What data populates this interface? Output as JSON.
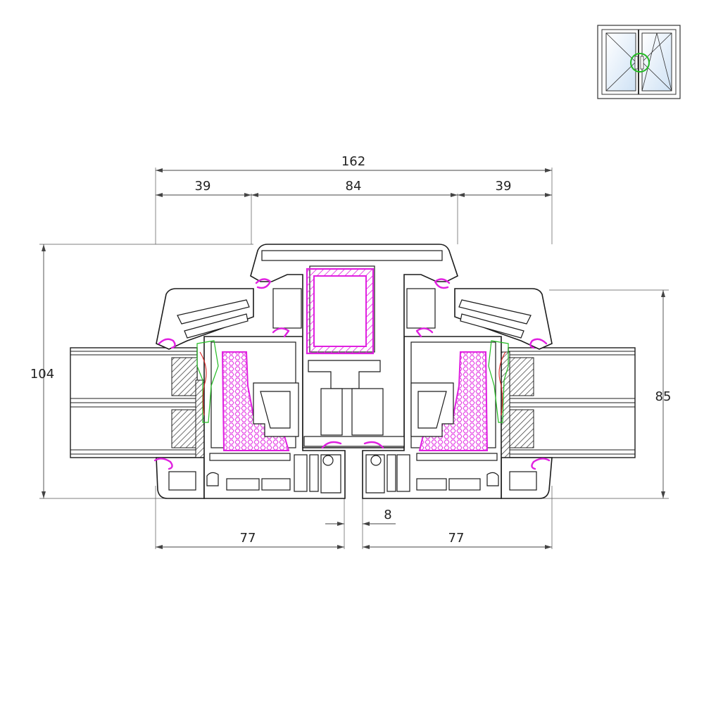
{
  "dimensions": {
    "total_width": "162",
    "left_sash_depth": "39",
    "center_mullion": "84",
    "right_sash_depth": "39",
    "total_height": "104",
    "glazing_height": "85",
    "left_bottom": "77",
    "gap": "8",
    "right_bottom": "77"
  },
  "thumbnail": {
    "icon": "double-casement-window-icon",
    "glass_color": "#cfe2f5",
    "marker_color": "#22bb22"
  },
  "colors": {
    "profile_outline": "#1c1c1c",
    "gasket": "#e020e0",
    "seal_green": "#22bb22",
    "seal_red": "#dd2222"
  }
}
